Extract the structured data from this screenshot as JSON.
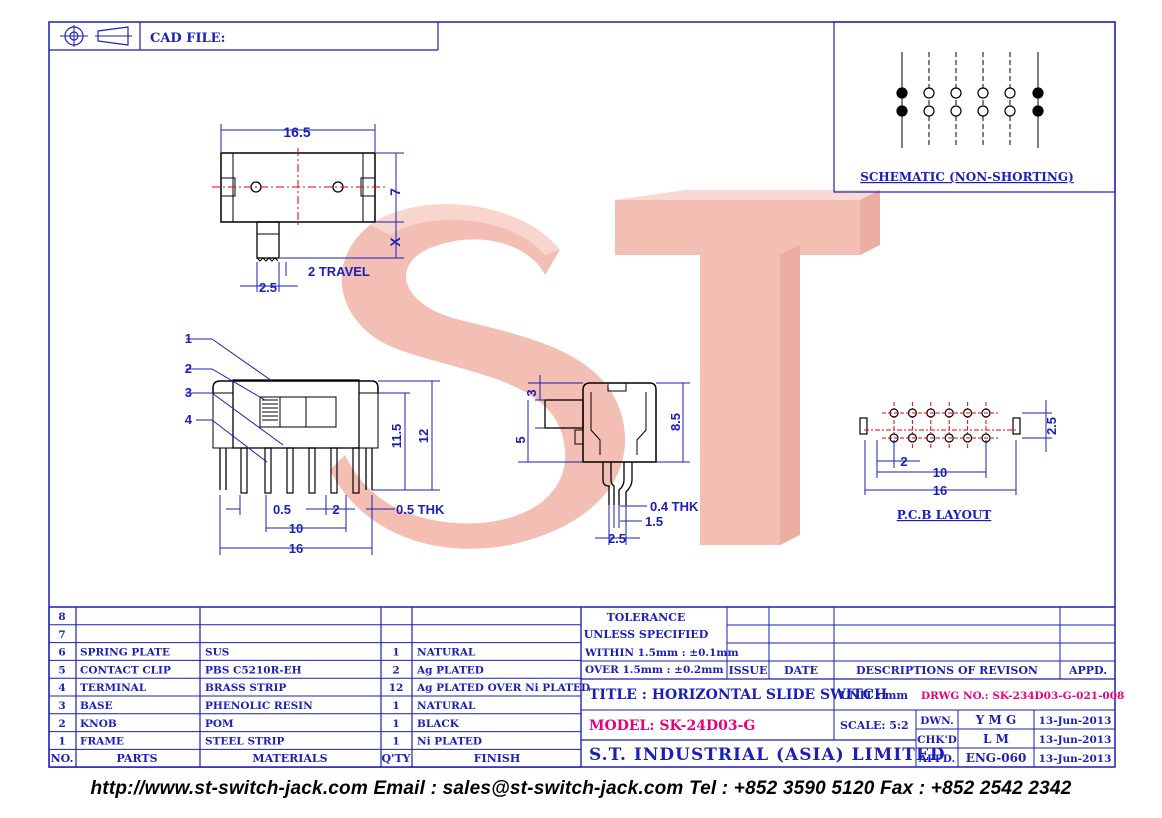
{
  "header": {
    "cad_file_label": "CAD FILE:"
  },
  "top_view": {
    "width_dim": "16.5",
    "height_dim": "7",
    "x_dim": "X",
    "knob_dim": "2.5",
    "travel_label": "2 TRAVEL"
  },
  "side_view": {
    "callouts": [
      "1",
      "2",
      "3",
      "4"
    ],
    "pin_pitch_dim": "0.5",
    "pitch_2_dim": "2",
    "thk_label": "0.5 THK",
    "span_10_dim": "10",
    "span_16_dim": "16",
    "height_115_dim": "11.5",
    "height_12_dim": "12"
  },
  "end_view": {
    "dim_3": "3",
    "dim_5": "5",
    "dim_85": "8.5",
    "thk_label": "0.4 THK",
    "dim_15": "1.5",
    "dim_25": "2.5"
  },
  "schematic": {
    "caption": "SCHEMATIC (NON-SHORTING)"
  },
  "pcb_layout": {
    "caption": "P.C.B LAYOUT",
    "dim_25": "2.5",
    "dim_2": "2",
    "dim_10": "10",
    "dim_16": "16"
  },
  "watermark": {
    "text": "ST",
    "color": "#f2b3a6"
  },
  "parts_table": {
    "headers": {
      "no": "NO.",
      "parts": "PARTS",
      "materials": "MATERIALS",
      "qty": "Q'TY",
      "finish": "FINISH"
    },
    "rows": [
      {
        "no": "8",
        "parts": "",
        "materials": "",
        "qty": "",
        "finish": ""
      },
      {
        "no": "7",
        "parts": "",
        "materials": "",
        "qty": "",
        "finish": ""
      },
      {
        "no": "6",
        "parts": "SPRING PLATE",
        "materials": "SUS",
        "qty": "1",
        "finish": "NATURAL"
      },
      {
        "no": "5",
        "parts": "CONTACT CLIP",
        "materials": "PBS C5210R-EH",
        "qty": "2",
        "finish": "Ag PLATED"
      },
      {
        "no": "4",
        "parts": "TERMINAL",
        "materials": "BRASS STRIP",
        "qty": "12",
        "finish": "Ag PLATED OVER Ni PLATED"
      },
      {
        "no": "3",
        "parts": "BASE",
        "materials": "PHENOLIC RESIN",
        "qty": "1",
        "finish": "NATURAL"
      },
      {
        "no": "2",
        "parts": "KNOB",
        "materials": "POM",
        "qty": "1",
        "finish": "BLACK"
      },
      {
        "no": "1",
        "parts": "FRAME",
        "materials": "STEEL STRIP",
        "qty": "1",
        "finish": "Ni PLATED"
      }
    ]
  },
  "tolerance": {
    "title_1": "TOLERANCE",
    "title_2": "UNLESS SPECIFIED",
    "within": "WITHIN 1.5mm : ±0.1mm",
    "over": "OVER 1.5mm : ±0.2mm"
  },
  "revision": {
    "issue": "ISSUE",
    "date": "DATE",
    "descriptions": "DESCRIPTIONS OF REVISON",
    "appd": "APPD."
  },
  "title_block": {
    "title": "TITLE : HORIZONTAL SLIDE SWITCH",
    "unit": "UNIT : mm",
    "drwg_no": "DRWG NO.: SK-234D03-G-021-008",
    "model": "MODEL: SK-24D03-G",
    "scale": "SCALE: 5:2",
    "company": "S.T. INDUSTRIAL (ASIA) LIMITED",
    "dwn_label": "DWN.",
    "dwn_value": "Y M G",
    "dwn_date": "13-Jun-2013",
    "chkd_label": "CHK'D",
    "chkd_value": "L M",
    "chkd_date": "13-Jun-2013",
    "appd_label": "APPD.",
    "appd_value": "ENG-060",
    "appd_date": "13-Jun-2013"
  },
  "footer": {
    "text": "http://www.st-switch-jack.com  Email : sales@st-switch-jack.com  Tel : +852 3590 5120  Fax : +852 2542 2342"
  }
}
